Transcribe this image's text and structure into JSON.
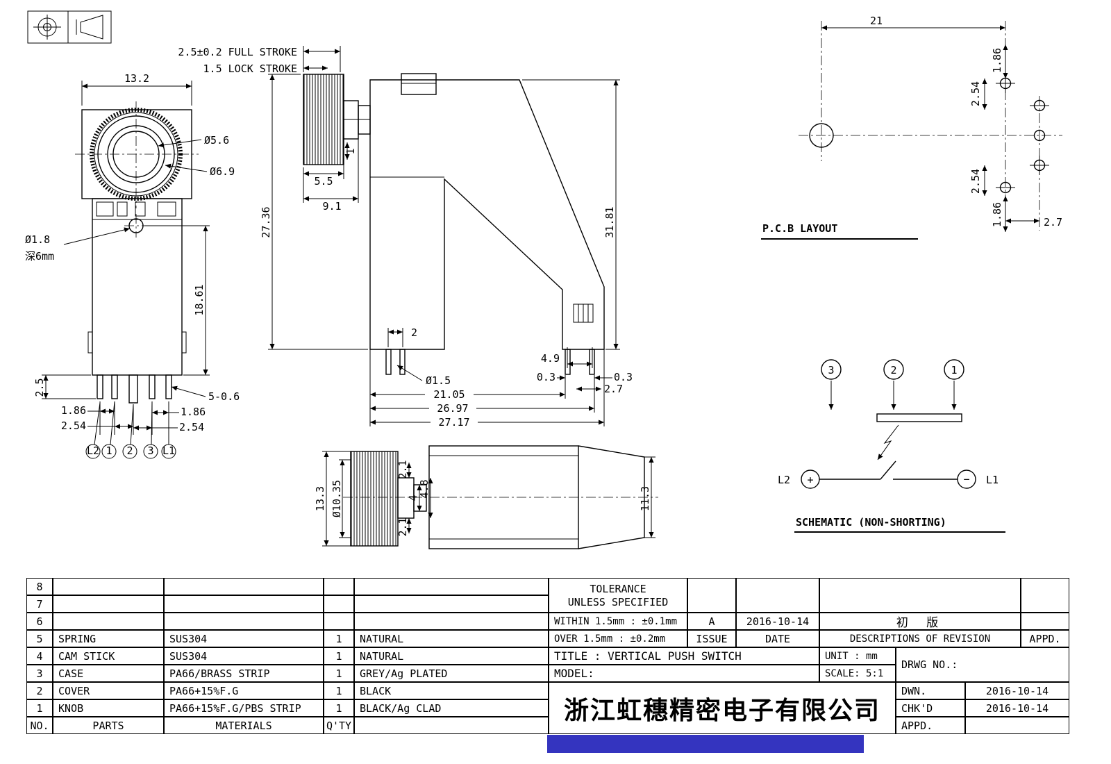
{
  "page": {
    "background": "#ffffff",
    "line_color": "#000000",
    "accent_blue": "#3434bf"
  },
  "front_view": {
    "dim_width": "13.2",
    "dim_knob_shaft": "Ø5.6",
    "dim_knob_bore": "Ø6.9",
    "dim_hole": "Ø1.8",
    "dim_hole_depth": "深6mm",
    "dim_body_height": "18.61",
    "dim_pin_length": "2.5",
    "dim_pin_width": "5-0.6",
    "dim_pitch_l1": "1.86",
    "dim_pitch_l2": "2.54",
    "dim_pitch_r1": "1.86",
    "dim_pitch_r2": "2.54",
    "pin_labels": [
      "L2",
      "1",
      "2",
      "3",
      "L1"
    ]
  },
  "side_view": {
    "note_full_stroke": "2.5±0.2 FULL STROKE",
    "note_lock_stroke": "1.5 LOCK STROKE",
    "dim_1": "1",
    "dim_knob_w": "5.5",
    "dim_shaft_w": "9.1",
    "dim_height_left": "27.36",
    "dim_height_right": "31.81",
    "dim_pin_pitch": "2",
    "dim_pin_dia": "Ø1.5",
    "dim_foot_pitch": "4.9",
    "dim_offset_left": "0.3",
    "dim_offset_right": "0.3",
    "dim_foot_w": "2.7",
    "dim_len1": "21.05",
    "dim_len2": "26.97",
    "dim_len3": "27.17"
  },
  "top_view": {
    "dim_height": "13.3",
    "dim_knob_dia": "Ø10.35",
    "dim_step_top": "2.1",
    "dim_shaft1": "4",
    "dim_shaft2": "4.8",
    "dim_step_bottom": "2.1",
    "dim_body": "11.3"
  },
  "pcb_layout": {
    "title": "P.C.B LAYOUT",
    "dim_span": "21",
    "dim_row1": "2.54",
    "dim_row2": "1.86",
    "dim_row3": "2.54",
    "dim_row4": "1.86",
    "dim_col": "2.7"
  },
  "schematic": {
    "title": "SCHEMATIC (NON-SHORTING)",
    "pins": [
      "3",
      "2",
      "1"
    ],
    "terminal_left": "L2",
    "terminal_right": "L1",
    "plus": "+",
    "minus": "−"
  },
  "bom": {
    "header": {
      "no": "NO.",
      "parts": "PARTS",
      "materials": "MATERIALS",
      "qty": "Q'TY",
      "finish": ""
    },
    "rows": [
      {
        "no": "8",
        "part": "",
        "material": "",
        "qty": "",
        "finish": ""
      },
      {
        "no": "7",
        "part": "",
        "material": "",
        "qty": "",
        "finish": ""
      },
      {
        "no": "6",
        "part": "",
        "material": "",
        "qty": "",
        "finish": ""
      },
      {
        "no": "5",
        "part": "SPRING",
        "material": "SUS304",
        "qty": "1",
        "finish": "NATURAL"
      },
      {
        "no": "4",
        "part": "CAM STICK",
        "material": "SUS304",
        "qty": "1",
        "finish": "NATURAL"
      },
      {
        "no": "3",
        "part": "CASE",
        "material": "PA66/BRASS STRIP",
        "qty": "1",
        "finish": "GREY/Ag PLATED"
      },
      {
        "no": "2",
        "part": "COVER",
        "material": "PA66+15%F.G",
        "qty": "1",
        "finish": "BLACK"
      },
      {
        "no": "1",
        "part": "KNOB",
        "material": "PA66+15%F.G/PBS STRIP",
        "qty": "1",
        "finish": "BLACK/Ag CLAD"
      }
    ]
  },
  "title_block": {
    "tolerance1": "TOLERANCE",
    "tolerance2": "UNLESS  SPECIFIED",
    "within": "WITHIN 1.5mm : ±0.1mm",
    "over": "OVER 1.5mm : ±0.2mm",
    "rev_letter": "A",
    "rev_date": "2016-10-14",
    "rev_desc": "初  版",
    "issue_label": "ISSUE",
    "date_label": "DATE",
    "desc_label": "DESCRIPTIONS OF REVISION",
    "appd_label": "APPD.",
    "title": "TITLE :  VERTICAL PUSH SWITCH",
    "unit": "UNIT :  mm",
    "drwg_label": "DRWG NO.:",
    "model_label": "MODEL:",
    "scale": "SCALE:  5:1",
    "dwn_label": "DWN.",
    "dwn_date": "2016-10-14",
    "chkd_label": "CHK'D",
    "chkd_date": "2016-10-14",
    "appd2_label": "APPD.",
    "appd_date": "",
    "company": "浙江虹穗精密电子有限公司"
  }
}
